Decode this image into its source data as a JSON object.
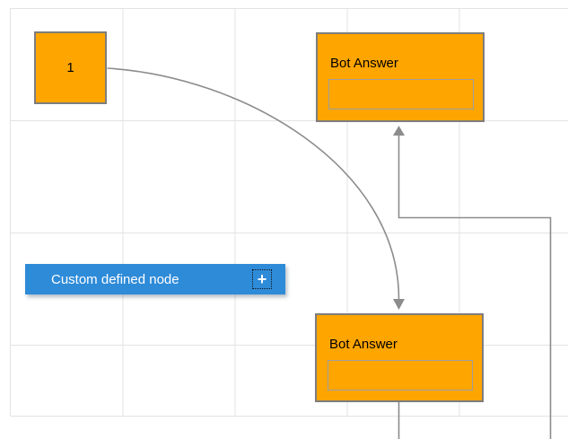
{
  "theme": {
    "node_fill": "#FFA500",
    "node_border": "#7d7d7d",
    "inner_box_border": "#9e9e9e",
    "custom_node_fill": "#2E8BD8",
    "custom_node_text": "#ffffff",
    "connector_color": "#8c8c8c",
    "grid_color": "#e3e3e3",
    "canvas_bg": "#ffffff",
    "label_color": "#000000"
  },
  "nodes": {
    "square": {
      "label": "1"
    },
    "bot_answer_top": {
      "title": "Bot Answer"
    },
    "bot_answer_bottom": {
      "title": "Bot Answer"
    },
    "custom_node": {
      "label": "Custom defined node",
      "add_button_glyph": "+"
    }
  },
  "connectors": [
    {
      "id": "bezier-square-to-bottom-bot",
      "type": "bezier",
      "arrow": "down"
    },
    {
      "id": "orthogonal-into-top-bot",
      "type": "orthogonal",
      "arrow": "up"
    },
    {
      "id": "bottom-bot-exit",
      "type": "straight",
      "arrow": "none"
    }
  ]
}
